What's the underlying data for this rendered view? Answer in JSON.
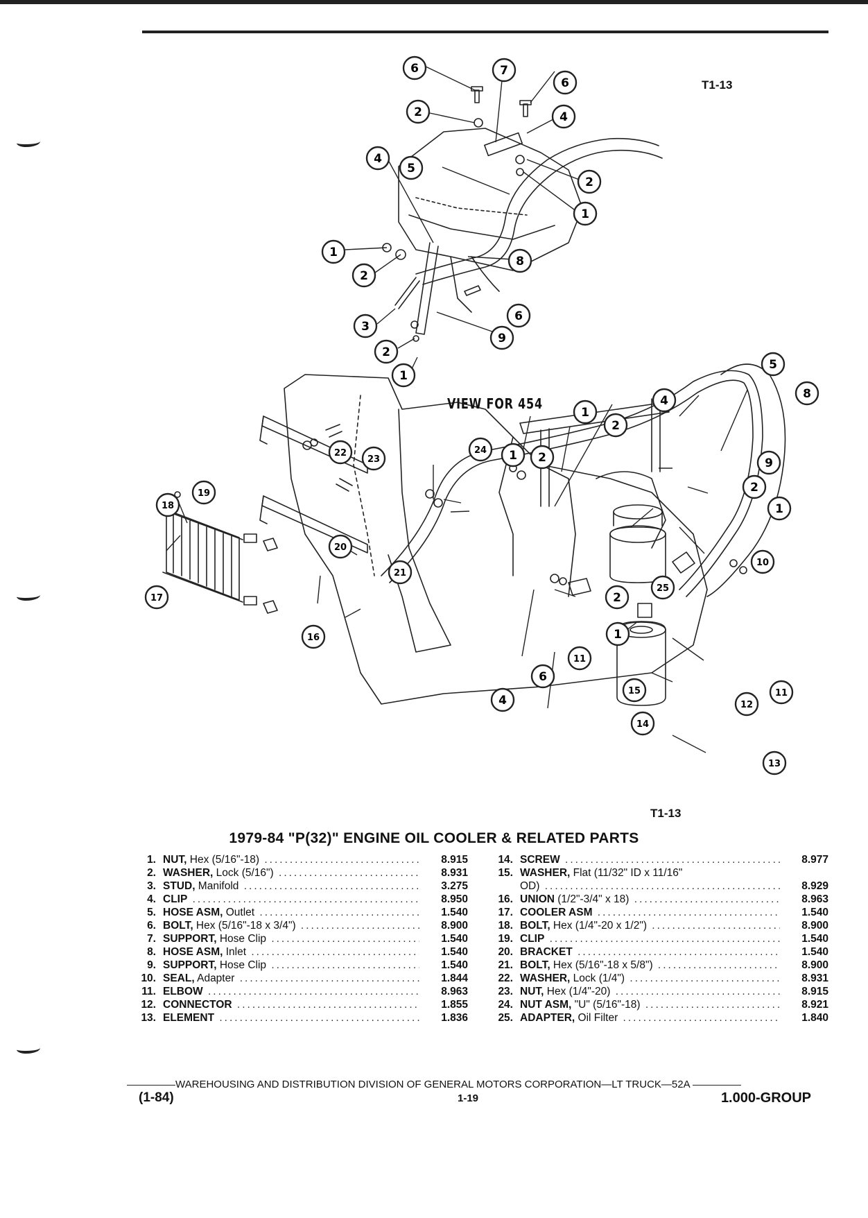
{
  "figure": {
    "code_top": "T1-13",
    "code_bottom": "T1-13",
    "view_label": "VIEW FOR 454"
  },
  "title": "1979-84 \"P(32)\" ENGINE OIL COOLER & RELATED PARTS",
  "parts_left": [
    {
      "num": "1.",
      "name": "NUT,",
      "detail": " Hex (5/16\"-18)",
      "code": "8.915"
    },
    {
      "num": "2.",
      "name": "WASHER,",
      "detail": " Lock (5/16\")",
      "code": "8.931"
    },
    {
      "num": "3.",
      "name": "STUD,",
      "detail": " Manifold",
      "code": "3.275"
    },
    {
      "num": "4.",
      "name": "CLIP",
      "detail": "",
      "code": "8.950"
    },
    {
      "num": "5.",
      "name": "HOSE ASM,",
      "detail": " Outlet",
      "code": "1.540"
    },
    {
      "num": "6.",
      "name": "BOLT,",
      "detail": " Hex (5/16\"-18 x 3/4\")",
      "code": "8.900"
    },
    {
      "num": "7.",
      "name": "SUPPORT,",
      "detail": " Hose Clip",
      "code": "1.540"
    },
    {
      "num": "8.",
      "name": "HOSE ASM,",
      "detail": " Inlet",
      "code": "1.540"
    },
    {
      "num": "9.",
      "name": "SUPPORT,",
      "detail": " Hose Clip",
      "code": "1.540"
    },
    {
      "num": "10.",
      "name": "SEAL,",
      "detail": " Adapter",
      "code": "1.844"
    },
    {
      "num": "11.",
      "name": "ELBOW",
      "detail": "",
      "code": "8.963"
    },
    {
      "num": "12.",
      "name": "CONNECTOR",
      "detail": "",
      "code": "1.855"
    },
    {
      "num": "13.",
      "name": "ELEMENT",
      "detail": "",
      "code": "1.836"
    }
  ],
  "parts_right": [
    {
      "num": "14.",
      "name": "SCREW",
      "detail": "",
      "code": "8.977"
    },
    {
      "num": "15.",
      "name": "WASHER,",
      "detail": " Flat (11/32\" ID x 11/16\"",
      "code": ""
    },
    {
      "num": "",
      "name": "",
      "detail": "OD)",
      "code": "8.929"
    },
    {
      "num": "16.",
      "name": "UNION",
      "detail": " (1/2\"-3/4\" x 18)",
      "code": "8.963"
    },
    {
      "num": "17.",
      "name": "COOLER ASM",
      "detail": "",
      "code": "1.540"
    },
    {
      "num": "18.",
      "name": "BOLT,",
      "detail": " Hex (1/4\"-20 x 1/2\")",
      "code": "8.900"
    },
    {
      "num": "19.",
      "name": "CLIP",
      "detail": "",
      "code": "1.540"
    },
    {
      "num": "20.",
      "name": "BRACKET",
      "detail": "",
      "code": "1.540"
    },
    {
      "num": "21.",
      "name": "BOLT,",
      "detail": " Hex (5/16\"-18 x 5/8\")",
      "code": "8.900"
    },
    {
      "num": "22.",
      "name": "WASHER,",
      "detail": " Lock (1/4\")",
      "code": "8.931"
    },
    {
      "num": "23.",
      "name": "NUT,",
      "detail": " Hex (1/4\"-20)",
      "code": "8.915"
    },
    {
      "num": "24.",
      "name": "NUT ASM,",
      "detail": " \"U\" (5/16\"-18)",
      "code": "8.921"
    },
    {
      "num": "25.",
      "name": "ADAPTER,",
      "detail": " Oil Filter",
      "code": "1.840"
    }
  ],
  "callouts": [
    "6",
    "7",
    "6",
    "2",
    "4",
    "4",
    "5",
    "2",
    "1",
    "1",
    "8",
    "2",
    "6",
    "3",
    "9",
    "2",
    "1",
    "5",
    "8",
    "1",
    "4",
    "2",
    "24",
    "1",
    "2",
    "22",
    "23",
    "9",
    "2",
    "1",
    "19",
    "18",
    "20",
    "21",
    "10",
    "2",
    "25",
    "17",
    "16",
    "1",
    "11",
    "6",
    "15",
    "12",
    "11",
    "14",
    "4",
    "13"
  ],
  "footer": {
    "line": "WAREHOUSING AND DISTRIBUTION  DIVISION OF GENERAL MOTORS CORPORATION—LT TRUCK—52A",
    "left": "(1-84)",
    "center": "1-19",
    "right": "1.000-GROUP"
  }
}
